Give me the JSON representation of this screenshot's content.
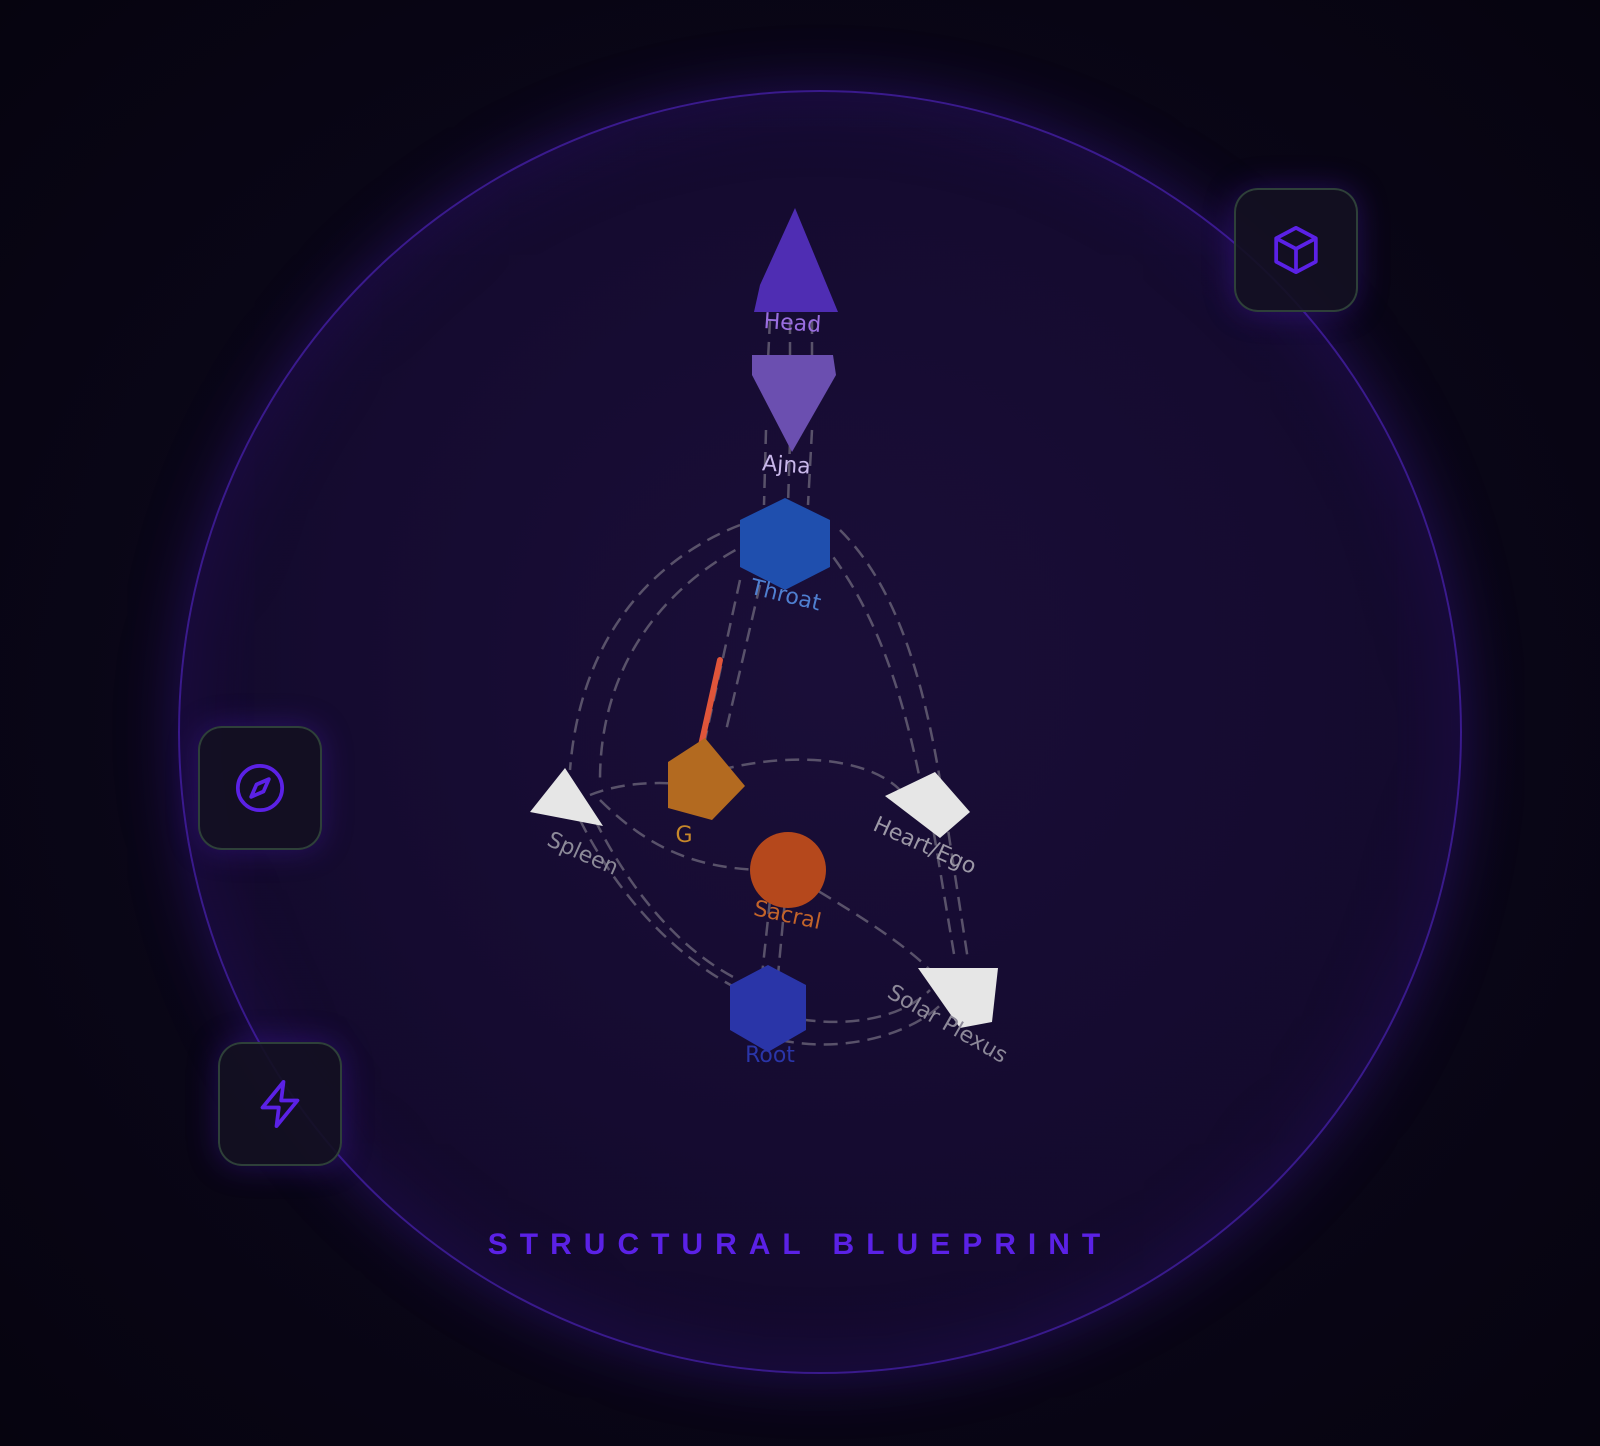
{
  "title": "STRUCTURAL BLUEPRINT",
  "buttons": {
    "cube": {
      "icon": "cube-icon"
    },
    "compass": {
      "icon": "compass-icon"
    },
    "bolt": {
      "icon": "lightning-bolt-icon"
    }
  },
  "centers": {
    "head": {
      "label": "Head",
      "color": "#4f2db3"
    },
    "ajna": {
      "label": "Ajna",
      "color": "#6b4fb0"
    },
    "throat": {
      "label": "Throat",
      "color": "#1f4fae"
    },
    "g": {
      "label": "G",
      "color": "#b36a20"
    },
    "spleen": {
      "label": "Spleen",
      "color": "#e6e6e6"
    },
    "heart": {
      "label": "Heart/Ego",
      "color": "#e6e6e6"
    },
    "sacral": {
      "label": "Sacral",
      "color": "#b5481c"
    },
    "solar": {
      "label": "Solar Plexus",
      "color": "#e6e6e6"
    },
    "root": {
      "label": "Root",
      "color": "#2a35a8"
    }
  },
  "accent_color": "#5b21e6"
}
